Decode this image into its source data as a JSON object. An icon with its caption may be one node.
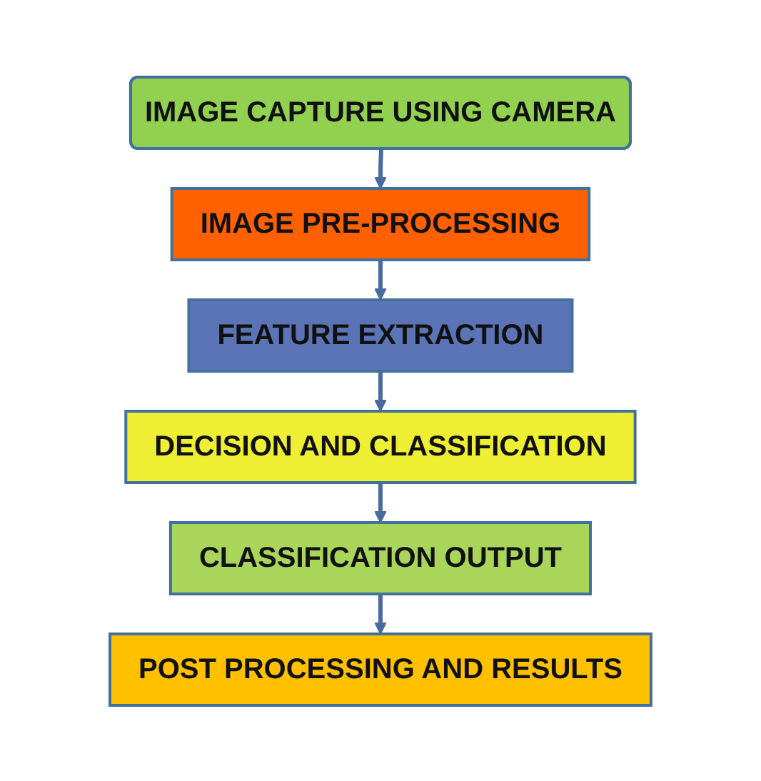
{
  "diagram": {
    "nodes": [
      {
        "text": [
          "IMAGE CAPTURE USING CAMERA"
        ]
      },
      {
        "text": [
          "IMAGE PRE-PROCESSING"
        ]
      },
      {
        "text": [
          "FEATURE EXTRACTION"
        ]
      },
      {
        "text": [
          "DECISION AND CLASSIFICATION"
        ]
      },
      {
        "text": [
          "CLASSIFICATION OUTPUT"
        ]
      },
      {
        "text": [
          "POST PROCESSING AND RESULTS"
        ]
      }
    ],
    "edges": [
      {
        "from": 0,
        "to": 1,
        "arrow": "to"
      },
      {
        "from": 1,
        "to": 2,
        "arrow": "to"
      },
      {
        "from": 2,
        "to": 3,
        "arrow": "to"
      },
      {
        "from": 3,
        "to": 4,
        "arrow": "to"
      },
      {
        "from": 4,
        "to": 5,
        "arrow": "to"
      }
    ]
  }
}
